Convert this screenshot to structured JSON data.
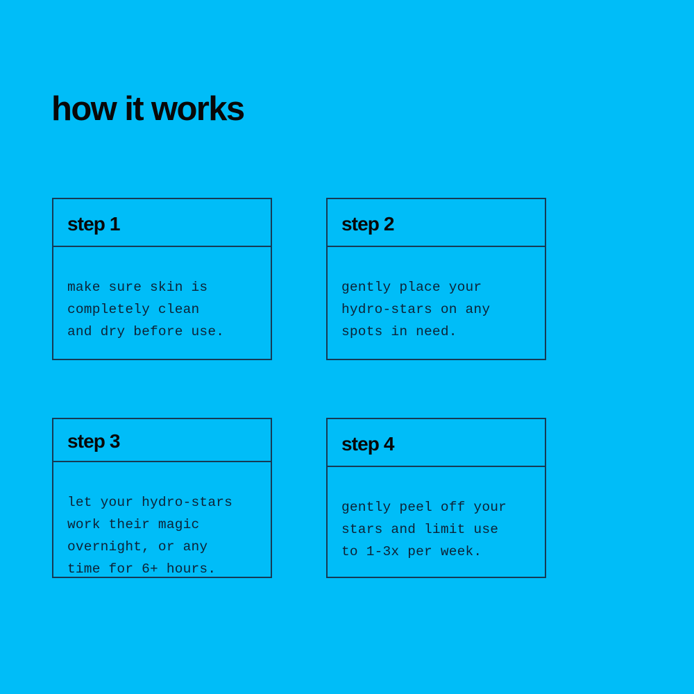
{
  "theme": {
    "background_color": "#00bdf8",
    "border_color": "#163a55",
    "title_color": "#080808",
    "body_text_color": "#0d2236"
  },
  "header": {
    "title": "how it works"
  },
  "steps": [
    {
      "label": "step 1",
      "body": "make sure skin is\ncompletely clean\nand dry before use."
    },
    {
      "label": "step 2",
      "body": "gently place your\nhydro-stars on any\nspots in need."
    },
    {
      "label": "step 3",
      "body": "let your hydro-stars\nwork their magic\novernight, or any\ntime for 6+ hours."
    },
    {
      "label": "step 4",
      "body": "gently peel off your\nstars and limit use\nto 1-3x per week."
    }
  ]
}
